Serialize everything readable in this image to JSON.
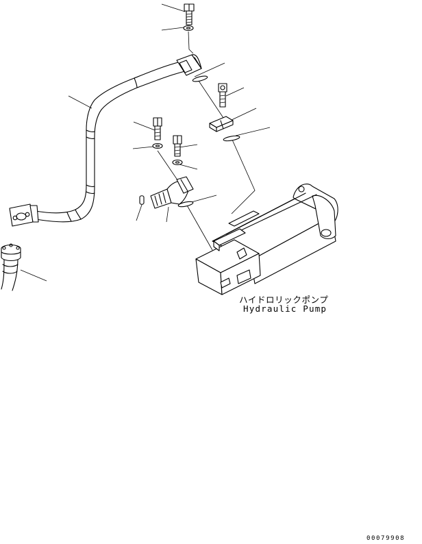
{
  "labels": {
    "component_jp": "ハイドロリックポンプ",
    "component_en": "Hydraulic Pump",
    "drawing_number": "00079908"
  }
}
